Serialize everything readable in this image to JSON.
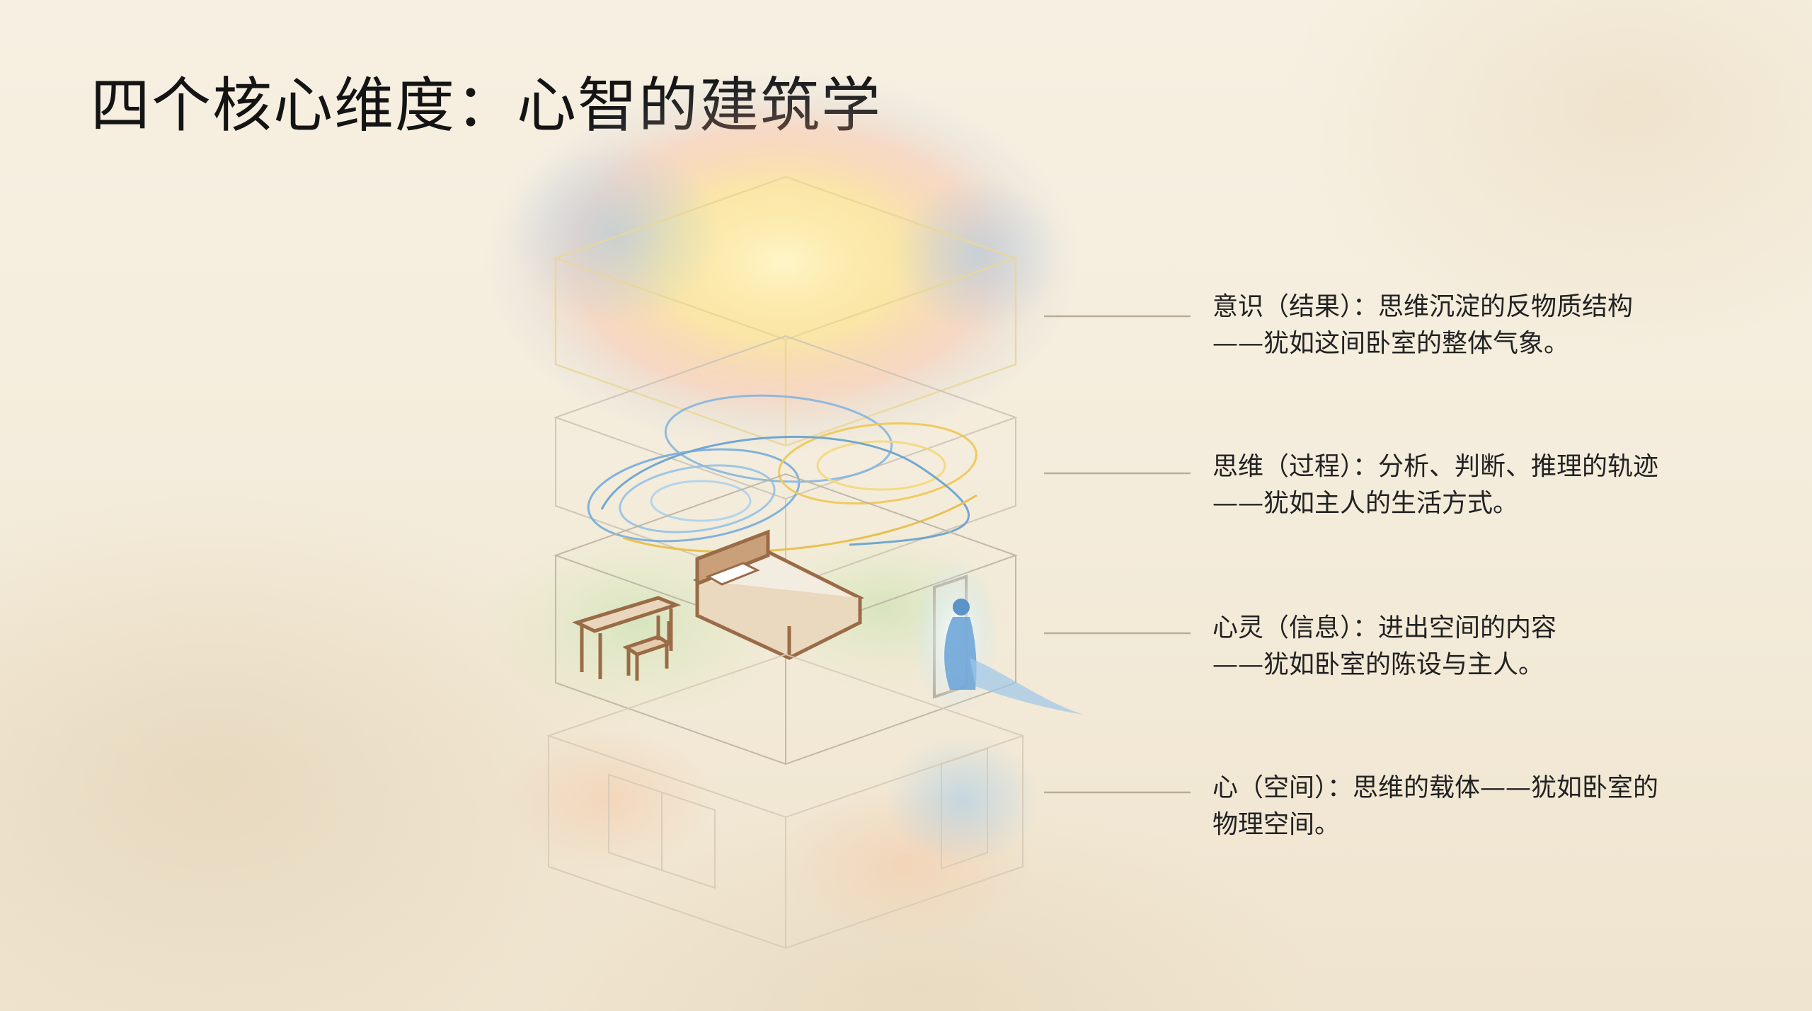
{
  "title": "四个核心维度：心智的建筑学",
  "layers": [
    {
      "line1": "意识（结果）：思维沉淀的反物质结构",
      "line2": "——犹如这间卧室的整体气象。"
    },
    {
      "line1": "思维（过程）：分析、判断、推理的轨迹",
      "line2": "——犹如主人的生活方式。"
    },
    {
      "line1": "心灵（信息）：进出空间的内容",
      "line2": "——犹如卧室的陈设与主人。"
    },
    {
      "line1": "心（空间）：思维的载体——犹如卧室的",
      "line2": "物理空间。"
    }
  ],
  "colors": {
    "text": "#222222",
    "line": "#b9ad98",
    "background": "#f5eddd"
  }
}
